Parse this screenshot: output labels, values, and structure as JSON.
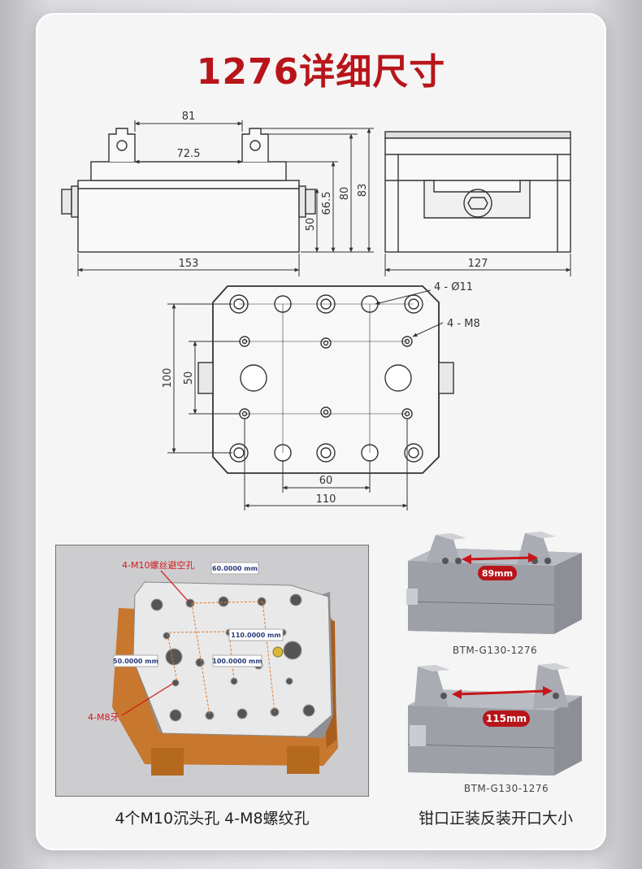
{
  "title": "1276详细尺寸",
  "front_view": {
    "dim_top": "81",
    "dim_inner": "72.5",
    "dim_width": "153",
    "dim_h1": "50",
    "dim_h2": "66.5",
    "dim_h3": "80",
    "dim_h4": "83"
  },
  "side_view": {
    "dim_width": "127"
  },
  "top_view": {
    "hole_callout": "4 - Ø11",
    "thread_callout": "4 - M8",
    "dim_v100": "100",
    "dim_v50": "50",
    "dim_h60": "60",
    "dim_h110": "110"
  },
  "cad_panel": {
    "label_m10": "4-M10螺丝避空孔",
    "label_m8": "4-M8牙",
    "meas_60": "60.0000 mm",
    "meas_110": "110.0000 mm",
    "meas_50": "50.0000 mm",
    "meas_100": "100.0000 mm",
    "caption": "4个M10沉头孔 4-M8螺纹孔"
  },
  "vise_top": {
    "opening": "89mm",
    "model": "BTM-G130-1276"
  },
  "vise_bottom": {
    "opening": "115mm",
    "model": "BTM-G130-1276"
  },
  "right_caption": "钳口正装反装开口大小",
  "colors": {
    "title_red": "#b8151b",
    "arrow_red": "#c8141b",
    "line": "#333333"
  }
}
